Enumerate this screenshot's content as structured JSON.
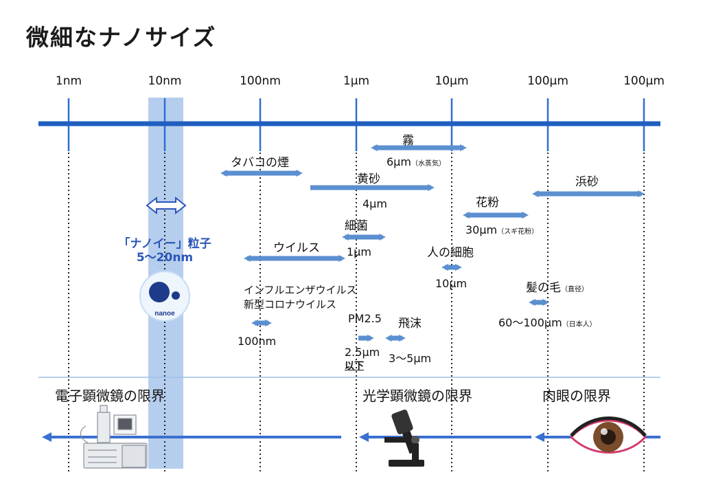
{
  "title": "微細なナノサイズ",
  "scale_ticks": [
    "1nm",
    "10nm",
    "100nm",
    "1μm",
    "10μm",
    "100μm",
    "100μm"
  ],
  "nanoe": {
    "name": "「ナノイー」粒子",
    "size": "5〜20nm",
    "logo_text": "nanoe"
  },
  "items": {
    "fog": {
      "name": "霧",
      "size": "6μm",
      "note": "（水蒸気）"
    },
    "tobacco": {
      "name": "タバコの煙"
    },
    "yellow_sand": {
      "name": "黄砂",
      "size": "4μm"
    },
    "beach_sand": {
      "name": "浜砂"
    },
    "pollen": {
      "name": "花粉",
      "size": "30μm",
      "note": "（スギ花粉）"
    },
    "bacteria": {
      "name": "細菌",
      "size": "1μm"
    },
    "virus": {
      "name": "ウイルス"
    },
    "human_cell": {
      "name": "人の細胞",
      "size": "10μm"
    },
    "flu": {
      "name_line1": "インフルエンザウイルス",
      "name_line2": "新型コロナウイルス",
      "size": "100nm"
    },
    "hair": {
      "name": "髪の毛",
      "note": "（直径）",
      "size": "60〜100μm",
      "size_note": "（日本人）"
    },
    "pm25": {
      "name": "PM2.5",
      "size": "2.5μm",
      "size_line2": "以下"
    },
    "droplet": {
      "name": "飛沫",
      "size": "3〜5μm"
    }
  },
  "limits": {
    "electron": "電子顕微鏡の限界",
    "optical": "光学顕微鏡の限界",
    "naked_eye": "肉眼の限界"
  },
  "colors": {
    "axis": "#1f5fbf",
    "arrow": "#5b8fd0",
    "band": "#a9c6ea",
    "nanoe_text": "#2a56b8"
  }
}
